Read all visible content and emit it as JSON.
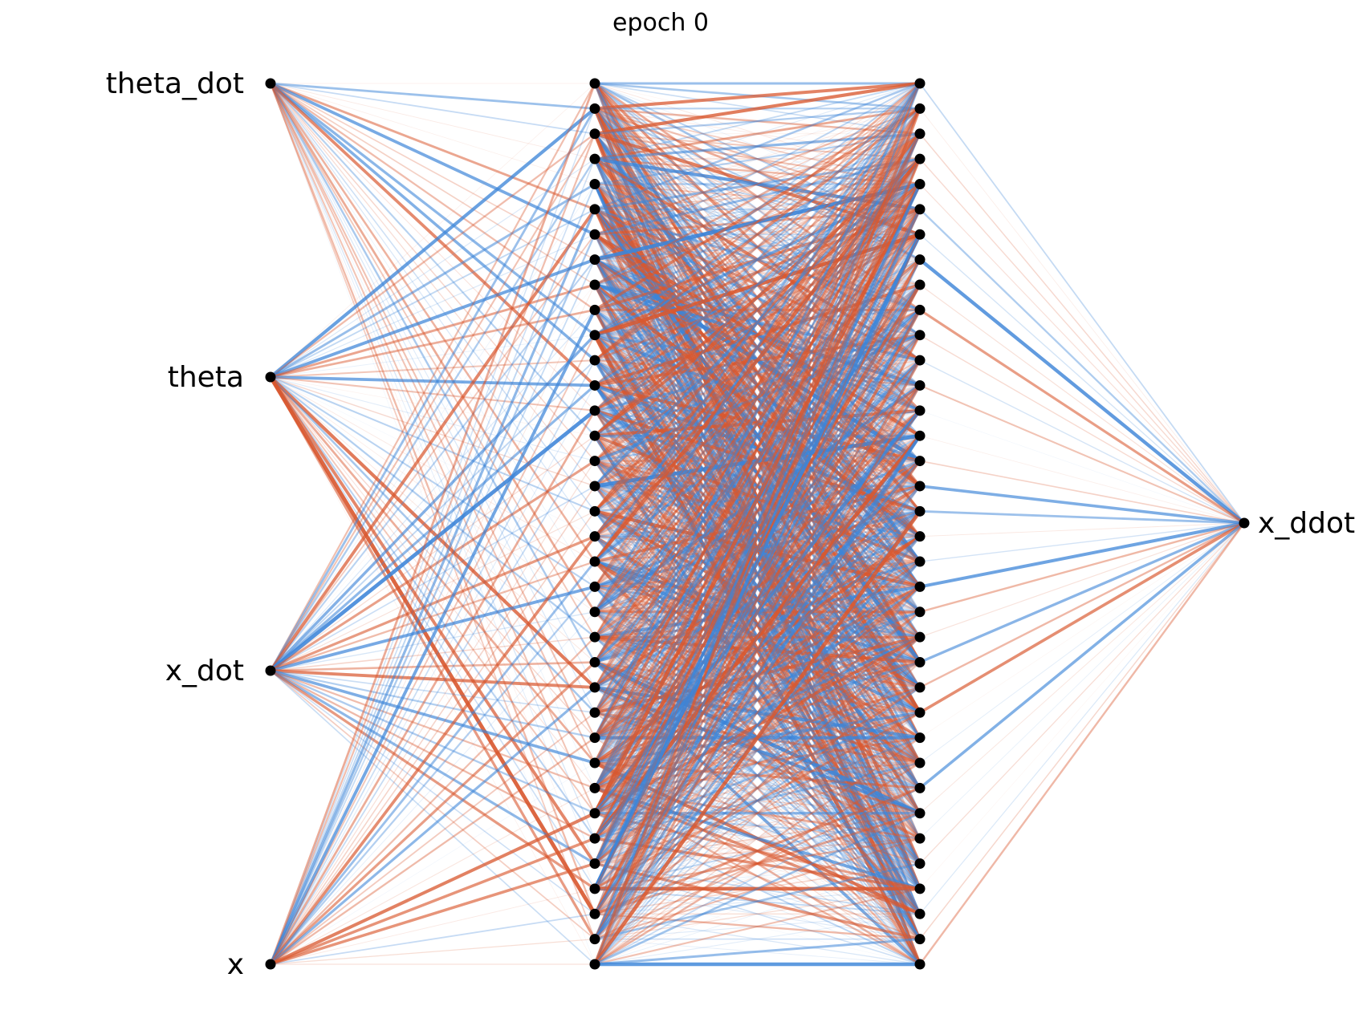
{
  "title": "epoch 0",
  "colors": {
    "positive": "#3d85d8",
    "negative": "#d9582f",
    "node": "#000000",
    "background": "#ffffff"
  },
  "network": {
    "layers": [
      {
        "name": "input",
        "size": 4,
        "labels": [
          "theta_dot",
          "theta",
          "x_dot",
          "x"
        ]
      },
      {
        "name": "hidden1",
        "size": 36,
        "labels": []
      },
      {
        "name": "hidden2",
        "size": 36,
        "labels": []
      },
      {
        "name": "output",
        "size": 1,
        "labels": [
          "x_ddot"
        ]
      }
    ],
    "edge_encoding": "color = sign of weight (blue positive, orange negative); opacity and width = weight magnitude",
    "weight_seed": 7
  }
}
